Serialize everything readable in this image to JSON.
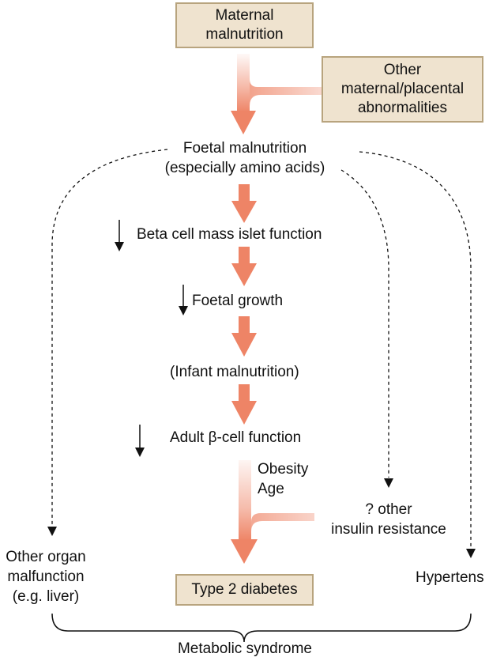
{
  "colors": {
    "arrow_main": "#ee8466",
    "arrow_light": "#f8c8b3",
    "box_fill": "#efe3cf",
    "box_border": "#b8a47e",
    "dashed_line": "#111111"
  },
  "nodes": {
    "maternal_malnutrition": [
      "Maternal",
      "malnutrition"
    ],
    "other_abnormalities": [
      "Other",
      "maternal/placental",
      "abnormalities"
    ],
    "foetal_malnutrition": [
      "Foetal malnutrition",
      "(especially amino acids)"
    ],
    "beta_cell_mass": "Beta cell mass islet function",
    "foetal_growth": "Foetal growth",
    "infant_malnutrition": "(Infant malnutrition)",
    "adult_beta_cell": "Adult β-cell function",
    "obesity_age": [
      "Obesity",
      "Age"
    ],
    "other_insulin_resistance": [
      "? other",
      "insulin resistance"
    ],
    "other_organ": [
      "Other organ",
      "malfunction",
      "(e.g. liver)"
    ],
    "type2_diabetes": "Type 2 diabetes",
    "hypertension": "Hypertens",
    "metabolic_syndrome": "Metabolic syndrome"
  }
}
